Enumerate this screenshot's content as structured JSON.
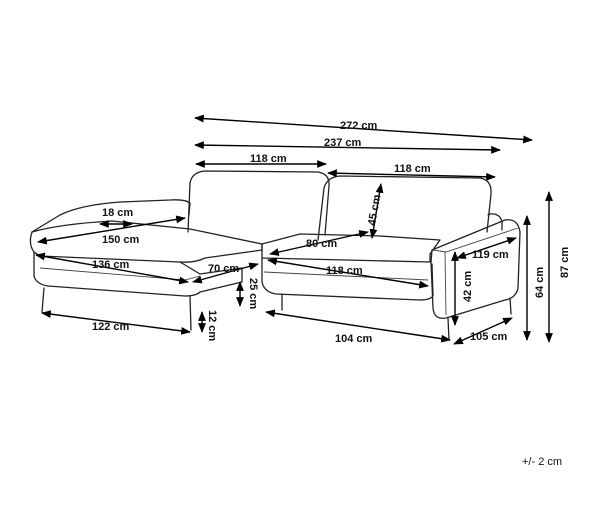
{
  "labels": {
    "total_width": "272 cm",
    "inner_width": "237 cm",
    "back_left": "118 cm",
    "back_right": "118 cm",
    "back_height": "45 cm",
    "arm_width": "18 cm",
    "chaise_length_top": "150 cm",
    "seat_depth": "80 cm",
    "right_arm_depth": "119 cm",
    "total_height": "87 cm",
    "seat_height": "64 cm",
    "seat_side_height": "42 cm",
    "chaise_length": "136 cm",
    "chaise_width": "70 cm",
    "sofa_seat_width": "118 cm",
    "cushion_height": "25 cm",
    "leg_height": "12 cm",
    "chaise_base": "122 cm",
    "sofa_base": "104 cm",
    "base_depth": "105 cm"
  },
  "tolerance": "+/- 2 cm"
}
